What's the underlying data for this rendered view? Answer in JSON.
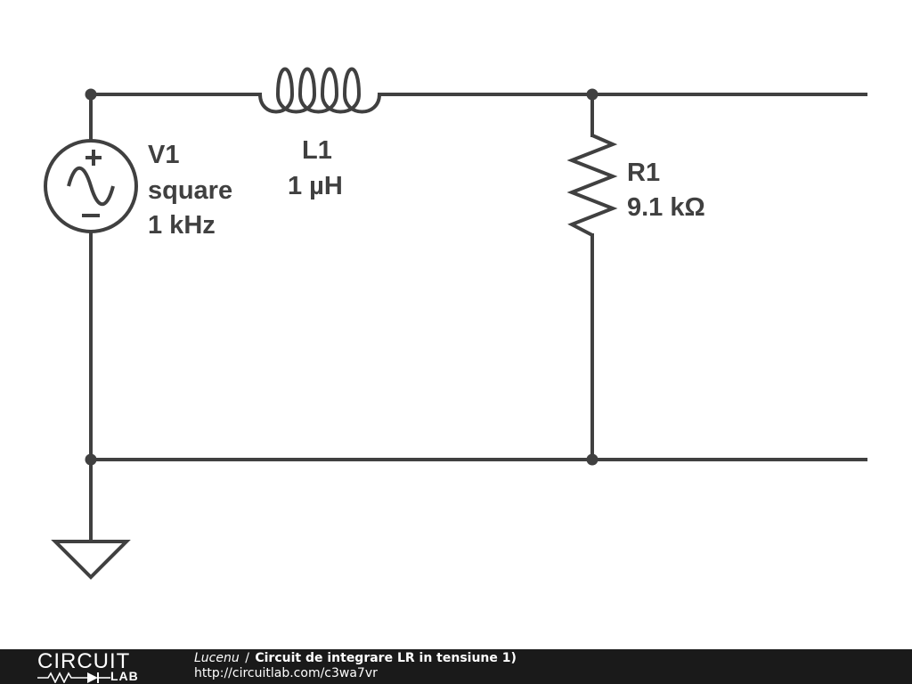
{
  "components": {
    "V1": {
      "designator": "V1",
      "waveform": "square",
      "frequency": "1 kHz"
    },
    "L1": {
      "designator": "L1",
      "value": "1 µH"
    },
    "R1": {
      "designator": "R1",
      "value": "9.1 kΩ"
    }
  },
  "footer": {
    "logo_top": "CIRCUIT",
    "logo_bottom": "LAB",
    "author": "Lucenu",
    "separator": "/",
    "title": "Circuit de integrare LR in tensiune 1)",
    "url": "http://circuitlab.com/c3wa7vr"
  },
  "colors": {
    "wire": "#404040",
    "footer_bg": "#1a1a1a",
    "footer_text": "#ffffff"
  }
}
